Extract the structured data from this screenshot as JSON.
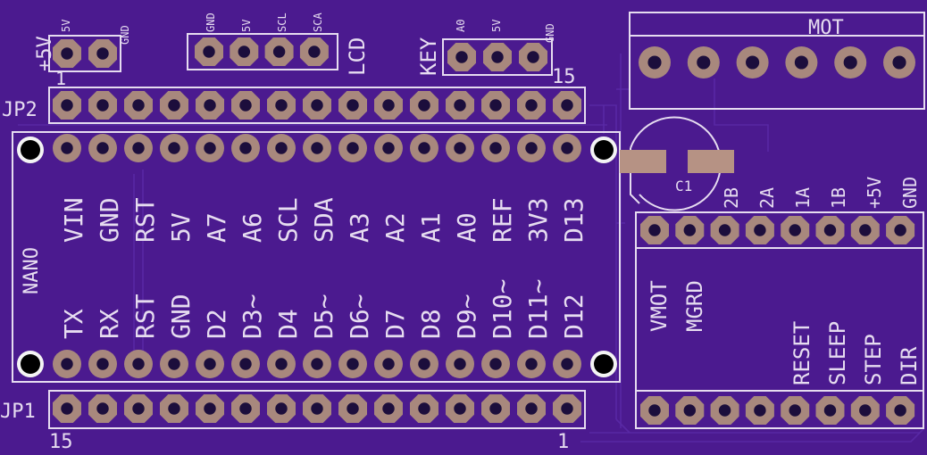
{
  "board": {
    "bg_color": "#4b1a8f",
    "silk_color": "#e6dcf0",
    "pad_color": "#a8887d",
    "smd_color": "#b69284"
  },
  "power_header": {
    "label": "+5V",
    "pin_labels": [
      "5V",
      "GND"
    ],
    "pin1_marker": "1"
  },
  "lcd_header": {
    "label": "LCD",
    "pin_labels": [
      "GND",
      "5V",
      "SCL",
      "SCA"
    ]
  },
  "key_header": {
    "label": "KEY",
    "pin_labels": [
      "A0",
      "5V",
      "GND"
    ]
  },
  "jp2": {
    "label": "JP2",
    "end_label": "15"
  },
  "jp1": {
    "label": "JP1",
    "start_label": "15",
    "end_label": "1"
  },
  "nano": {
    "label": "NANO",
    "top_row_labels": [
      "VIN",
      "GND",
      "RST",
      "5V",
      "A7",
      "A6",
      "SCL",
      "SDA",
      "A3",
      "A2",
      "A1",
      "A0",
      "REF",
      "3V3",
      "D13"
    ],
    "bottom_row_labels": [
      "TX",
      "RX",
      "RST",
      "GND",
      "D2",
      "D3~",
      "D4",
      "D5~",
      "D6~",
      "D7",
      "D8",
      "D9~",
      "D10~",
      "D11~",
      "D12"
    ]
  },
  "mot_connector": {
    "label": "MOT"
  },
  "capacitor": {
    "label": "C1"
  },
  "driver": {
    "top_labels": [
      "2B",
      "2A",
      "1A",
      "1B",
      "+5V",
      "GND"
    ],
    "left_labels": [
      "VMOT",
      "MGRD"
    ],
    "bottom_labels": [
      "RESET",
      "SLEEP",
      "STEP",
      "DIR"
    ]
  }
}
